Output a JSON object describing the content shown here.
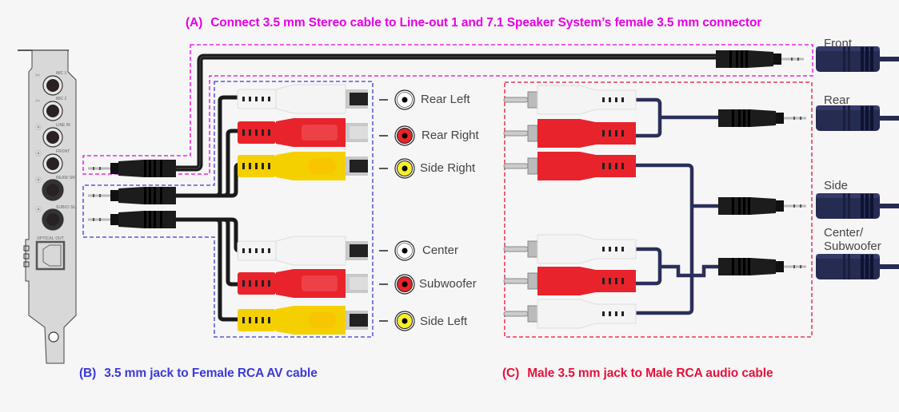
{
  "colors": {
    "magenta": "#e600e6",
    "blue": "#3a3ad6",
    "red": "#e8103a",
    "cable_black": "#1a1a1a",
    "cable_navy": "#2a2f5a",
    "rca_white": "#f2f2f2",
    "rca_red": "#e8232b",
    "rca_yellow": "#f5d000",
    "card_bracket": "#d8d8d8"
  },
  "captions": {
    "a": {
      "tag": "(A)",
      "text": "Connect 3.5 mm Stereo cable to Line-out 1 and 7.1 Speaker System’s female 3.5 mm connector"
    },
    "b": {
      "tag": "(B)",
      "text": "3.5 mm jack to Female RCA AV cable"
    },
    "c": {
      "tag": "(C)",
      "text": "Male 3.5 mm jack to Male RCA audio cable"
    }
  },
  "sound_card": {
    "ports": [
      {
        "label": "MIC 1",
        "icon": "microphone-icon"
      },
      {
        "label": "MIC 2",
        "icon": "microphone-icon"
      },
      {
        "label": "LINE IN",
        "icon": "line-in-icon"
      },
      {
        "label": "FRONT",
        "icon": "speaker-out-icon"
      },
      {
        "label": "REAR/ SR",
        "icon": "speaker-out-icon"
      },
      {
        "label": "SUB/C/ SL",
        "icon": "speaker-out-icon"
      }
    ],
    "optical_label": "OPTICAL OUT"
  },
  "rca_channels": [
    {
      "label": "Rear Left",
      "color": "white"
    },
    {
      "label": "Rear Right",
      "color": "red"
    },
    {
      "label": "Side Right",
      "color": "yellow"
    },
    {
      "label": "Center",
      "color": "white"
    },
    {
      "label": "Subwoofer",
      "color": "red"
    },
    {
      "label": "Side Left",
      "color": "yellow"
    }
  ],
  "speaker_inputs": [
    {
      "label": "Front"
    },
    {
      "label": "Rear"
    },
    {
      "label": "Side"
    },
    {
      "label": "Center/ Subwoofer"
    }
  ]
}
